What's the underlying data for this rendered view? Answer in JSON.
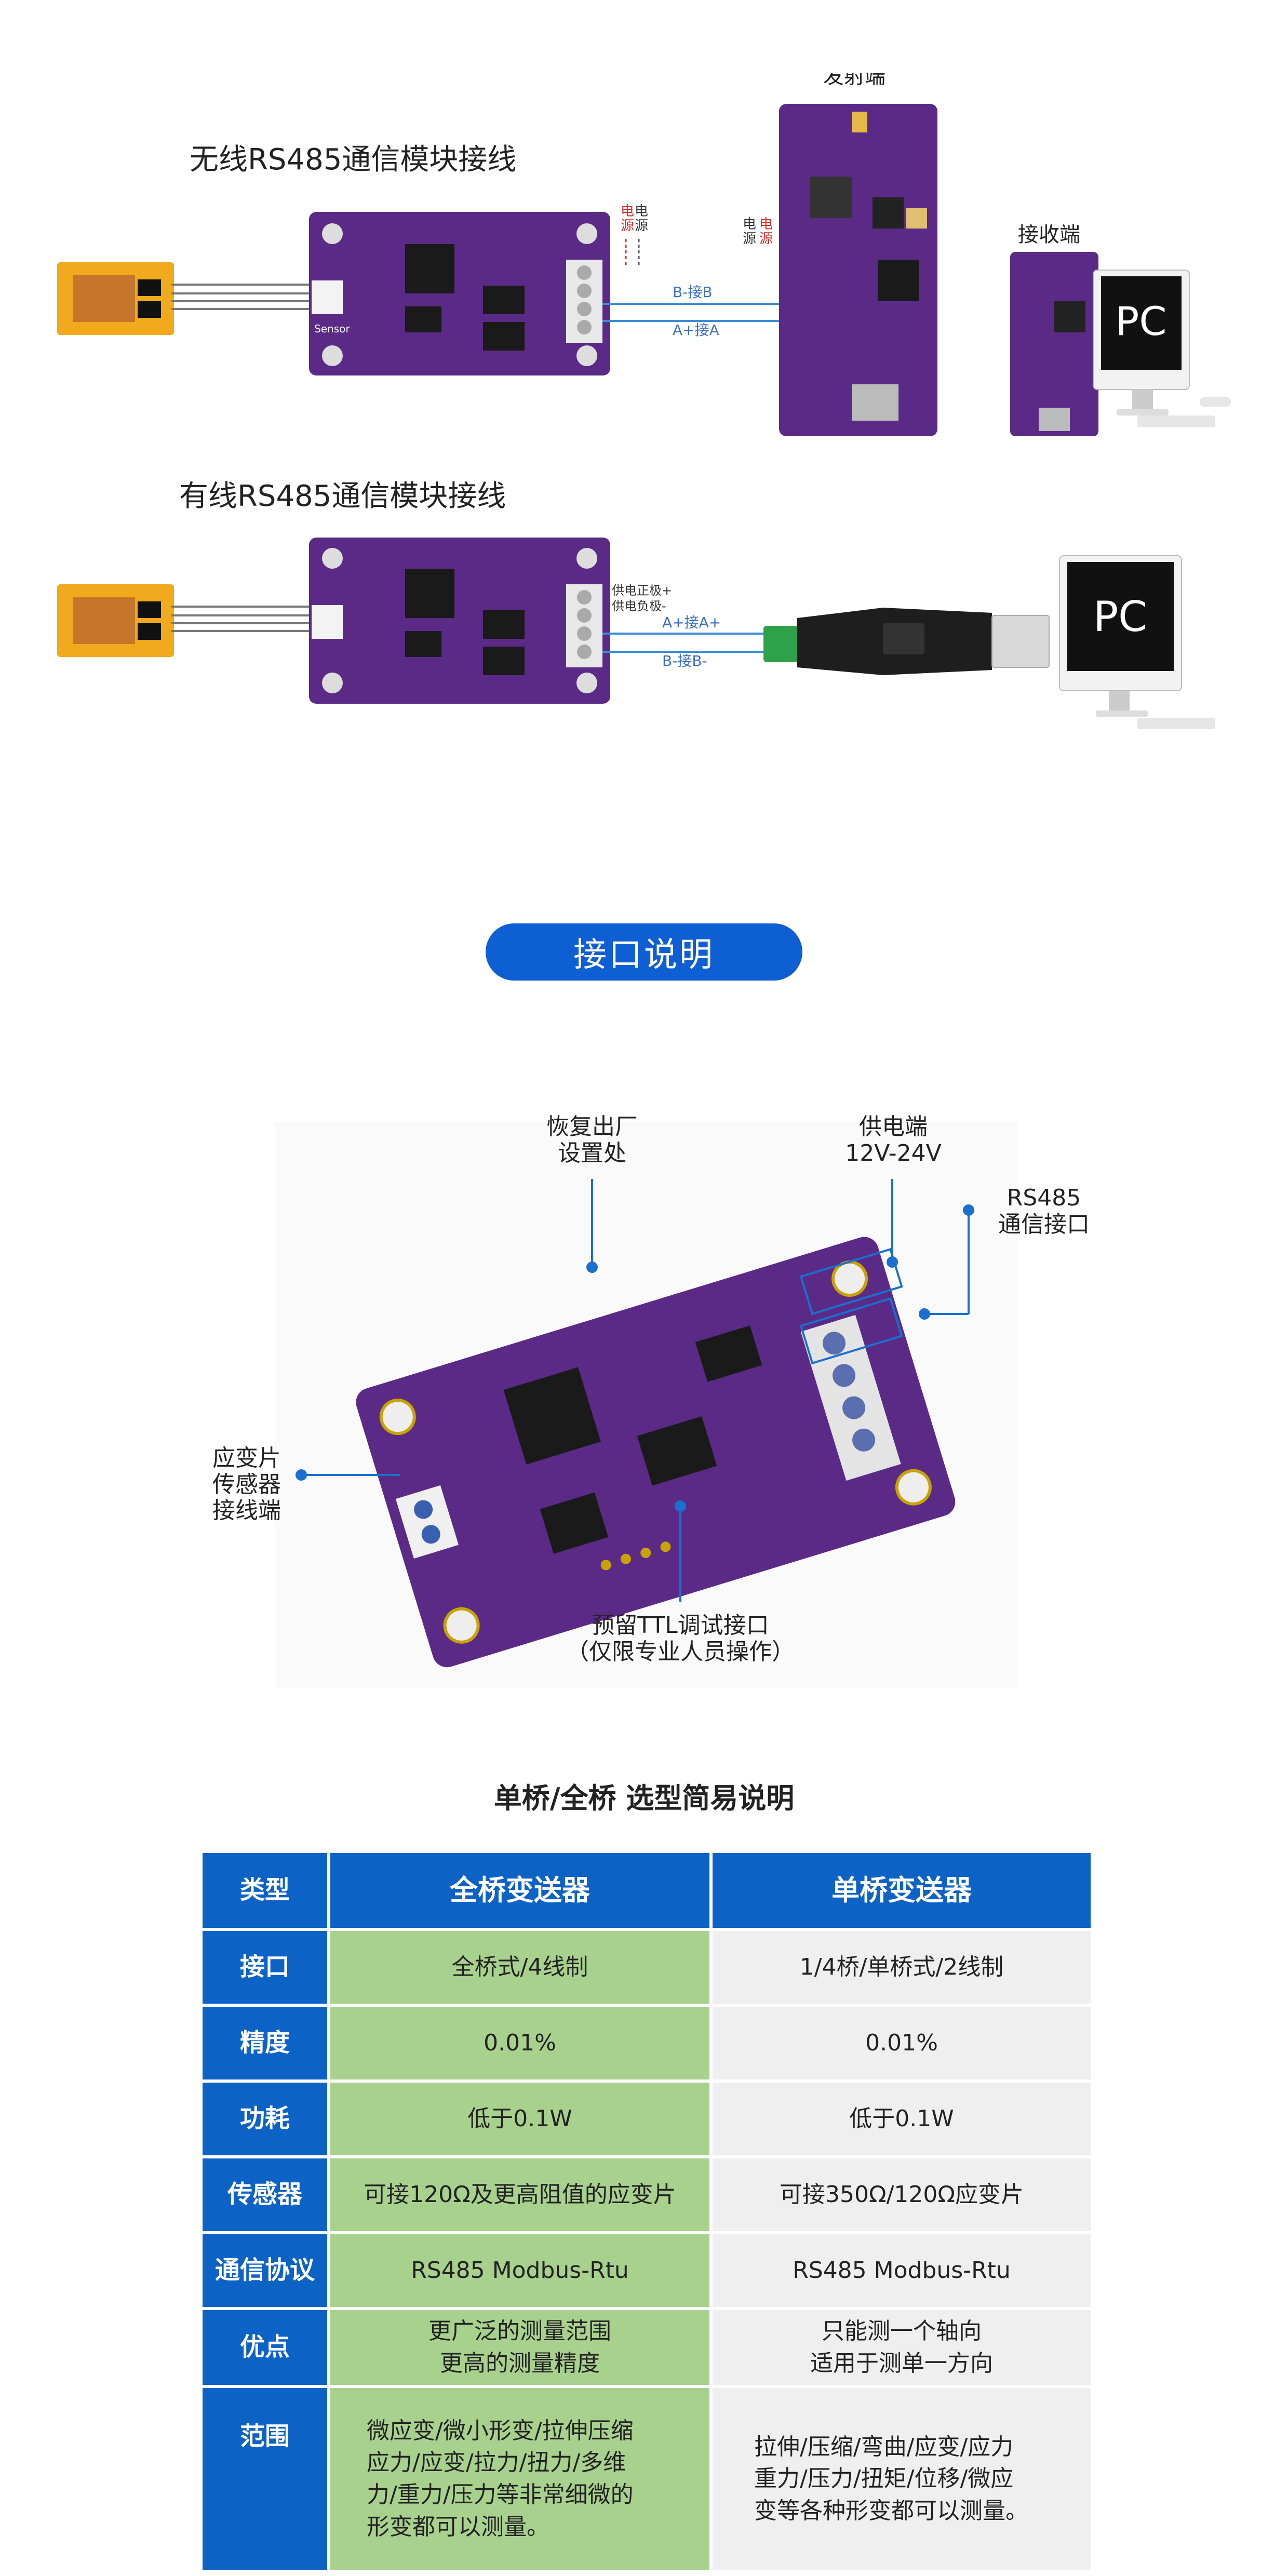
{
  "diagram1": {
    "title": "无线RS485通信模块接线",
    "transmitter_label": "发射端",
    "receiver_label": "接收端",
    "power_label_left": "电源",
    "power_label_right": "电源",
    "plus": "+",
    "minus": "-",
    "wire_b": "B-接B",
    "wire_a": "A+接A",
    "pc_label": "PC",
    "sensor_text": "Sensor"
  },
  "diagram2": {
    "title": "有线RS485通信模块接线",
    "supply_pos": "供电正极+",
    "supply_neg": "供电负极-",
    "wire_a": "A+接A+",
    "wire_b": "B-接B-",
    "pc_label": "PC"
  },
  "interface_title": "接口说明",
  "callouts": {
    "reset": "恢复出厂\n设置处",
    "power": "供电端\n12V-24V",
    "rs485": "RS485\n通信接口",
    "strain": "应变片\n传感器\n接线端",
    "ttl": "预留TTL调试接口\n（仅限专业人员操作）"
  },
  "table": {
    "title": "单桥/全桥 选型简易说明",
    "header": [
      "类型",
      "全桥变送器",
      "单桥变送器"
    ],
    "rows": [
      [
        "接口",
        "全桥式/4线制",
        "1/4桥/单桥式/2线制"
      ],
      [
        "精度",
        "0.01%",
        "0.01%"
      ],
      [
        "功耗",
        "低于0.1W",
        "低于0.1W"
      ],
      [
        "传感器",
        "可接120Ω及更高阻值的应变片",
        "可接350Ω/120Ω应变片"
      ],
      [
        "通信协议",
        "RS485 Modbus-Rtu",
        "RS485 Modbus-Rtu"
      ],
      [
        "优点",
        "更广泛的测量范围\n更高的测量精度",
        "只能测一个轴向\n适用于测单一方向"
      ],
      [
        "范围",
        "微应变/微小形变/拉伸压缩\n应力/应变/拉力/扭力/多维\n力/重力/压力等非常细微的\n形变都可以测量。",
        "拉伸/压缩/弯曲/应变/应力\n重力/压力/扭矩/位移/微应\n变等各种形变都可以测量。"
      ]
    ]
  },
  "colors": {
    "accent_blue": "#0d62c6",
    "green_cell": "#a9d18e",
    "grey_cell": "#efefef",
    "pcb_purple": "#5b2a86"
  }
}
